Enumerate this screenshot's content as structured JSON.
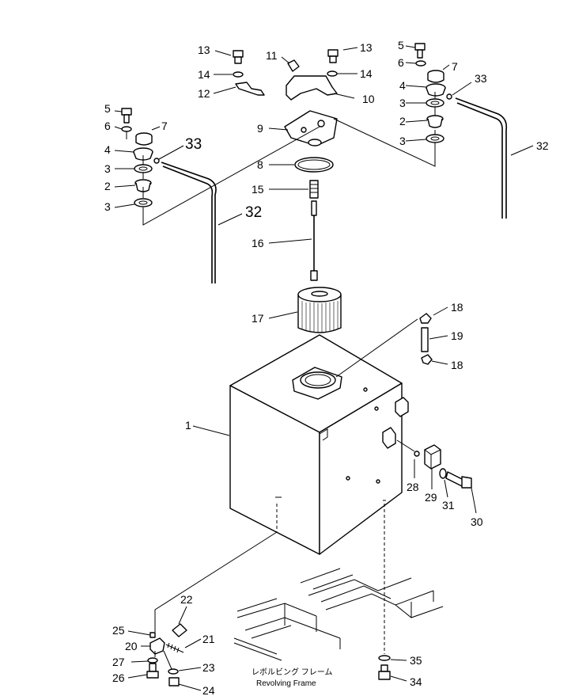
{
  "callouts": [
    "1",
    "2",
    "3",
    "4",
    "5",
    "6",
    "7",
    "8",
    "9",
    "10",
    "11",
    "12",
    "13",
    "14",
    "15",
    "16",
    "17",
    "18",
    "19",
    "20",
    "21",
    "22",
    "23",
    "24",
    "25",
    "26",
    "27",
    "28",
    "29",
    "30",
    "31",
    "32",
    "33",
    "34",
    "35"
  ],
  "frame_caption": {
    "jp": "レボルビング フレーム",
    "en": "Revolving Frame"
  }
}
